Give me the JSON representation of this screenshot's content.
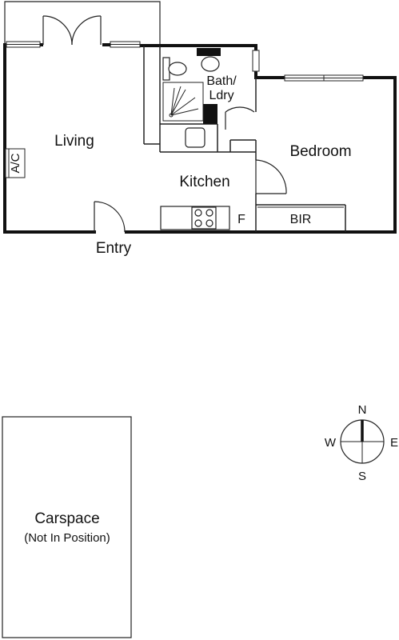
{
  "floorplan": {
    "rooms": {
      "living": "Living",
      "bath_line1": "Bath/",
      "bath_line2": "Ldry",
      "bedroom": "Bedroom",
      "kitchen": "Kitchen",
      "bir": "BIR",
      "fridge": "F",
      "ac": "A/C",
      "entry": "Entry"
    },
    "carspace": {
      "title": "Carspace",
      "note": "(Not In Position)"
    },
    "compass": {
      "north": "N",
      "south": "S",
      "east": "E",
      "west": "W"
    }
  }
}
